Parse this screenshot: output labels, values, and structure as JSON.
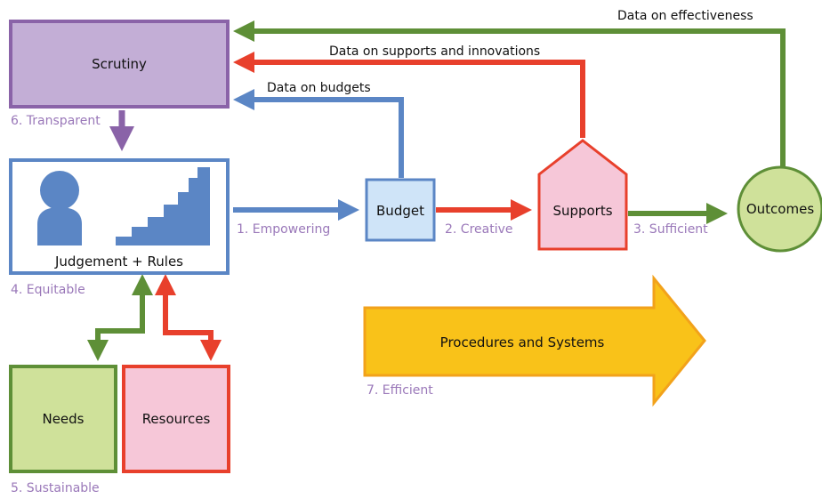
{
  "colors": {
    "purple": "#8a63a8",
    "blue": "#5b86c5",
    "red": "#e8402c",
    "green": "#5e8f37",
    "orange": "#f2a21b",
    "label_purple": "#9a78b9"
  },
  "nodes": {
    "scrutiny": "Scrutiny",
    "judgement": "Judgement + Rules",
    "budget": "Budget",
    "supports": "Supports",
    "outcomes": "Outcomes",
    "needs": "Needs",
    "resources": "Resources",
    "procedures": "Procedures and Systems"
  },
  "edge_labels": {
    "effectiveness": "Data on effectiveness",
    "supports_innovations": "Data on supports and innovations",
    "budgets": "Data on  budgets"
  },
  "principles": {
    "empowering": "1. Empowering",
    "creative": "2. Creative",
    "sufficient": "3. Sufficient",
    "equitable": "4. Equitable",
    "sustainable": "5. Sustainable",
    "transparent": "6. Transparent",
    "efficient": "7. Efficient"
  },
  "icons": [
    "person-icon",
    "staircase-icon"
  ]
}
